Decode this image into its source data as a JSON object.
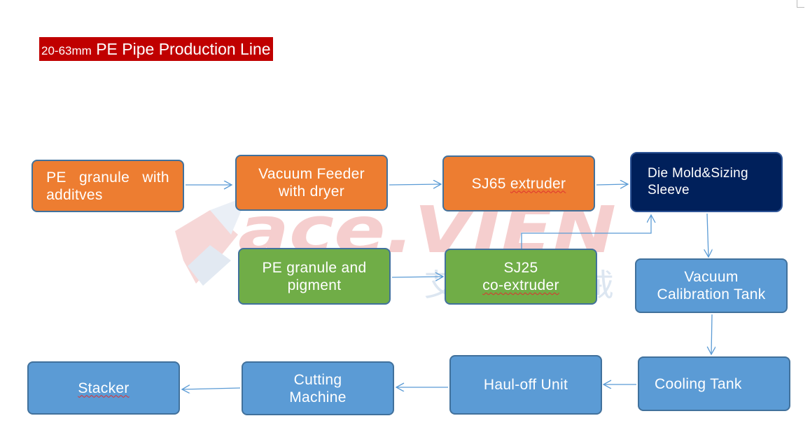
{
  "title": {
    "size_part": "20-63mm",
    "rest": "PE Pipe Production Line"
  },
  "watermark": {
    "brand": "ace.VIEN",
    "chinese": "艾斯维机械"
  },
  "nodes": {
    "pe_granule_additives": {
      "line1": "PE  granule  with",
      "line2": "additves"
    },
    "vacuum_feeder": {
      "line1": "Vacuum Feeder",
      "line2": "with dryer"
    },
    "sj65": {
      "name": "SJ65",
      "word": "extruder"
    },
    "die_mold": {
      "line1": "Die Mold&Sizing",
      "line2": "Sleeve"
    },
    "pe_granule_pigment": {
      "line1": "PE granule and",
      "line2": "pigment"
    },
    "sj25": {
      "line1": "SJ25",
      "line2": "co-extruder"
    },
    "vacuum_tank": {
      "line1": "Vacuum",
      "line2": "Calibration Tank"
    },
    "cooling_tank": {
      "label": "Cooling Tank"
    },
    "haul_off": {
      "label": "Haul-off Unit"
    },
    "cutting": {
      "line1": "Cutting",
      "line2": "Machine"
    },
    "stacker": {
      "label": "Stacker"
    }
  },
  "colors": {
    "title_bg": "#c00000",
    "orange": "#ed7d31",
    "green": "#70ad47",
    "blue": "#5b9bd5",
    "navy": "#00205b",
    "arrow": "#5b9bd5",
    "watermark_red": "#f3c6c6",
    "watermark_blue": "#dbe6f2"
  }
}
